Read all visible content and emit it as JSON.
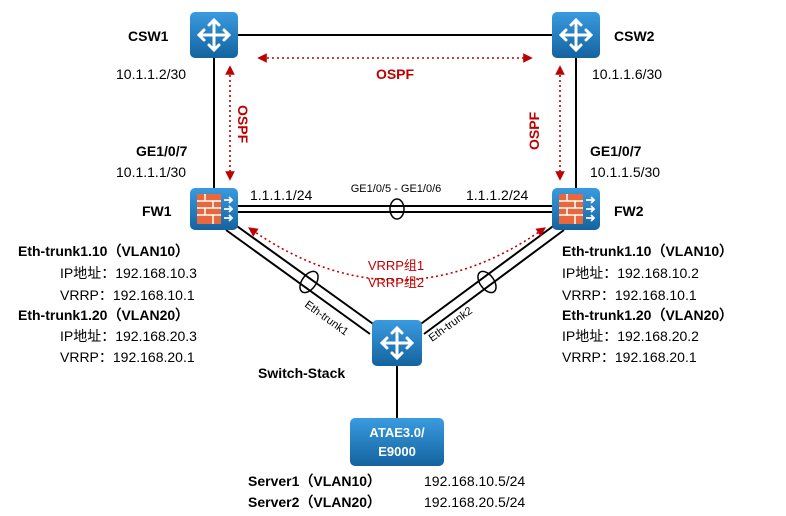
{
  "nodes": {
    "csw1": {
      "name": "CSW1",
      "ip": "10.1.1.2/30"
    },
    "csw2": {
      "name": "CSW2",
      "ip": "10.1.1.6/30"
    },
    "fw1": {
      "name": "FW1",
      "port": "GE1/0/7",
      "ip": "10.1.1.1/30",
      "hb_ip": "1.1.1.1/24",
      "vlan10": {
        "title": "Eth-trunk1.10（VLAN10）",
        "ip_line": "IP地址：192.168.10.3",
        "vrrp_line": "VRRP：192.168.10.1"
      },
      "vlan20": {
        "title": "Eth-trunk1.20（VLAN20）",
        "ip_line": "IP地址：192.168.20.3",
        "vrrp_line": "VRRP：192.168.20.1"
      }
    },
    "fw2": {
      "name": "FW2",
      "port": "GE1/0/7",
      "ip": "10.1.1.5/30",
      "hb_ip": "1.1.1.2/24",
      "vlan10": {
        "title": "Eth-trunk1.10（VLAN10）",
        "ip_line": "IP地址：192.168.10.2",
        "vrrp_line": "VRRP：192.168.10.1"
      },
      "vlan20": {
        "title": "Eth-trunk1.20（VLAN20）",
        "ip_line": "IP地址：192.168.20.2",
        "vrrp_line": "VRRP：192.168.20.1"
      }
    },
    "switch": {
      "name": "Switch-Stack"
    },
    "server": {
      "line1": "ATAE3.0/",
      "line2": "E9000"
    }
  },
  "links": {
    "heartbeat": "GE1/0/5 - GE1/0/6",
    "trunk1": "Eth-trunk1",
    "trunk2": "Eth-trunk2"
  },
  "protocols": {
    "ospf_top": "OSPF",
    "ospf_left": "OSPF",
    "ospf_right": "OSPF",
    "vrrp1": "VRRP组1",
    "vrrp2": "VRRP组2"
  },
  "servers": [
    {
      "name": "Server1（VLAN10）",
      "ip": "192.168.10.5/24"
    },
    {
      "name": "Server2（VLAN20）",
      "ip": "192.168.20.5/24"
    }
  ],
  "colors": {
    "device": "#1f7fc4",
    "server": "#1f7fc4",
    "annotation": "#c00000",
    "firewall_brick": "#e8683c"
  }
}
